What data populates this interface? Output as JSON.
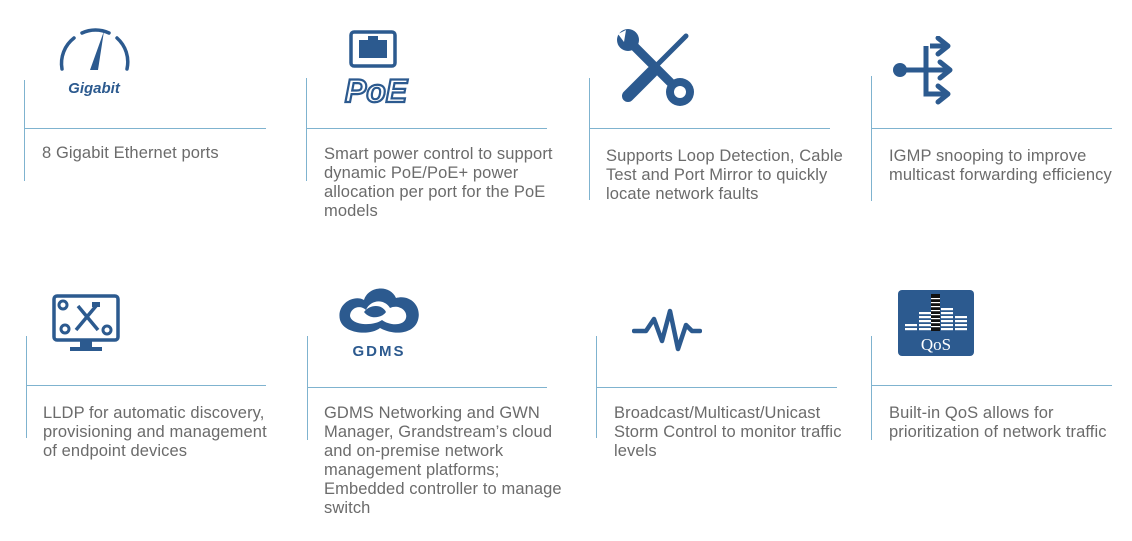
{
  "colors": {
    "icon": "#2c5a8f",
    "divider": "#7fb3cf",
    "text": "#6b6b6b"
  },
  "features": [
    {
      "icon": "gigabit-speedometer-icon",
      "icon_label": "Gigabit",
      "text": "8 Gigabit Ethernet ports"
    },
    {
      "icon": "poe-port-icon",
      "icon_label": "PoE",
      "text": "Smart power control to support dynamic PoE/PoE+ power allocation per port for the PoE models"
    },
    {
      "icon": "wrench-screwdriver-icon",
      "text": "Supports Loop Detection, Cable Test and Port Mirror to quickly locate network faults"
    },
    {
      "icon": "multicast-arrows-icon",
      "text": "IGMP snooping to improve multicast forwarding efficiency"
    },
    {
      "icon": "monitor-tools-icon",
      "text": "LLDP for automatic discovery, provisioning and management of endpoint devices"
    },
    {
      "icon": "gdms-cloud-logo-icon",
      "icon_label": "GDMS",
      "text": "GDMS Networking and GWN Manager, Grandstream’s cloud and on-premise network management platforms; Embedded controller to manage switch"
    },
    {
      "icon": "waveform-icon",
      "text": "Broadcast/Multicast/Unicast Storm Control to monitor traffic levels"
    },
    {
      "icon": "qos-equalizer-icon",
      "icon_label": "QoS",
      "text": "Built-in QoS allows for prioritization of network traffic"
    }
  ]
}
